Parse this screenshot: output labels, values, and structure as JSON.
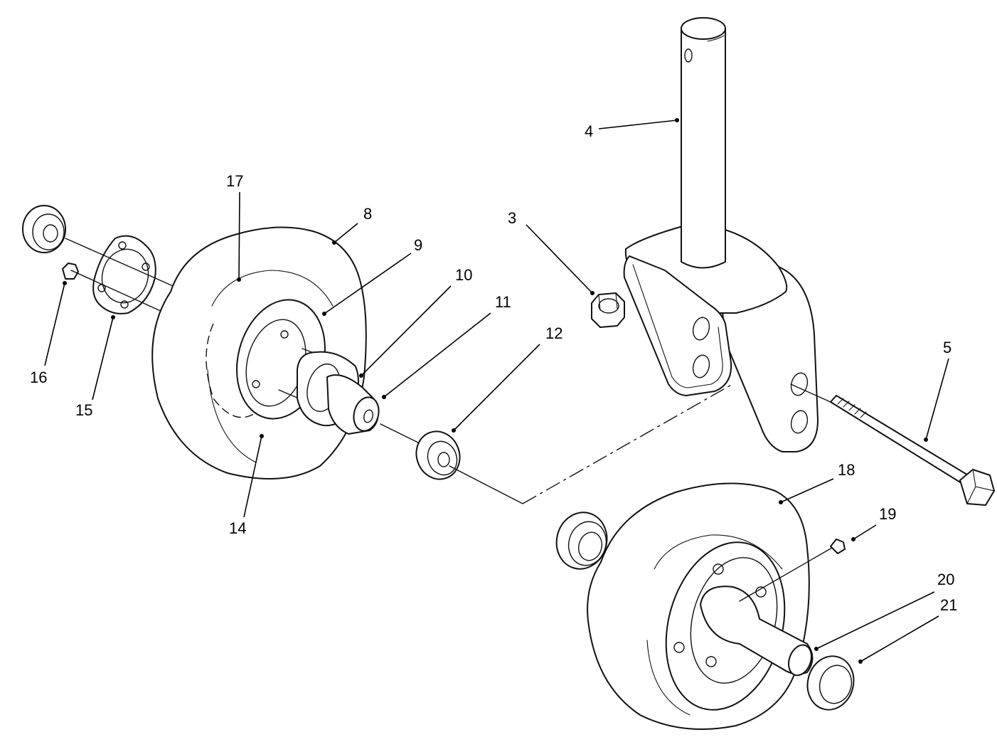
{
  "diagram": {
    "callouts": [
      {
        "id": "c3",
        "label": "3"
      },
      {
        "id": "c4",
        "label": "4"
      },
      {
        "id": "c5",
        "label": "5"
      },
      {
        "id": "c8",
        "label": "8"
      },
      {
        "id": "c9",
        "label": "9"
      },
      {
        "id": "c10",
        "label": "10"
      },
      {
        "id": "c11",
        "label": "11"
      },
      {
        "id": "c12",
        "label": "12"
      },
      {
        "id": "c14",
        "label": "14"
      },
      {
        "id": "c15",
        "label": "15"
      },
      {
        "id": "c16",
        "label": "16"
      },
      {
        "id": "c17",
        "label": "17"
      },
      {
        "id": "c18",
        "label": "18"
      },
      {
        "id": "c19",
        "label": "19"
      },
      {
        "id": "c20",
        "label": "20"
      },
      {
        "id": "c21",
        "label": "21"
      }
    ]
  }
}
